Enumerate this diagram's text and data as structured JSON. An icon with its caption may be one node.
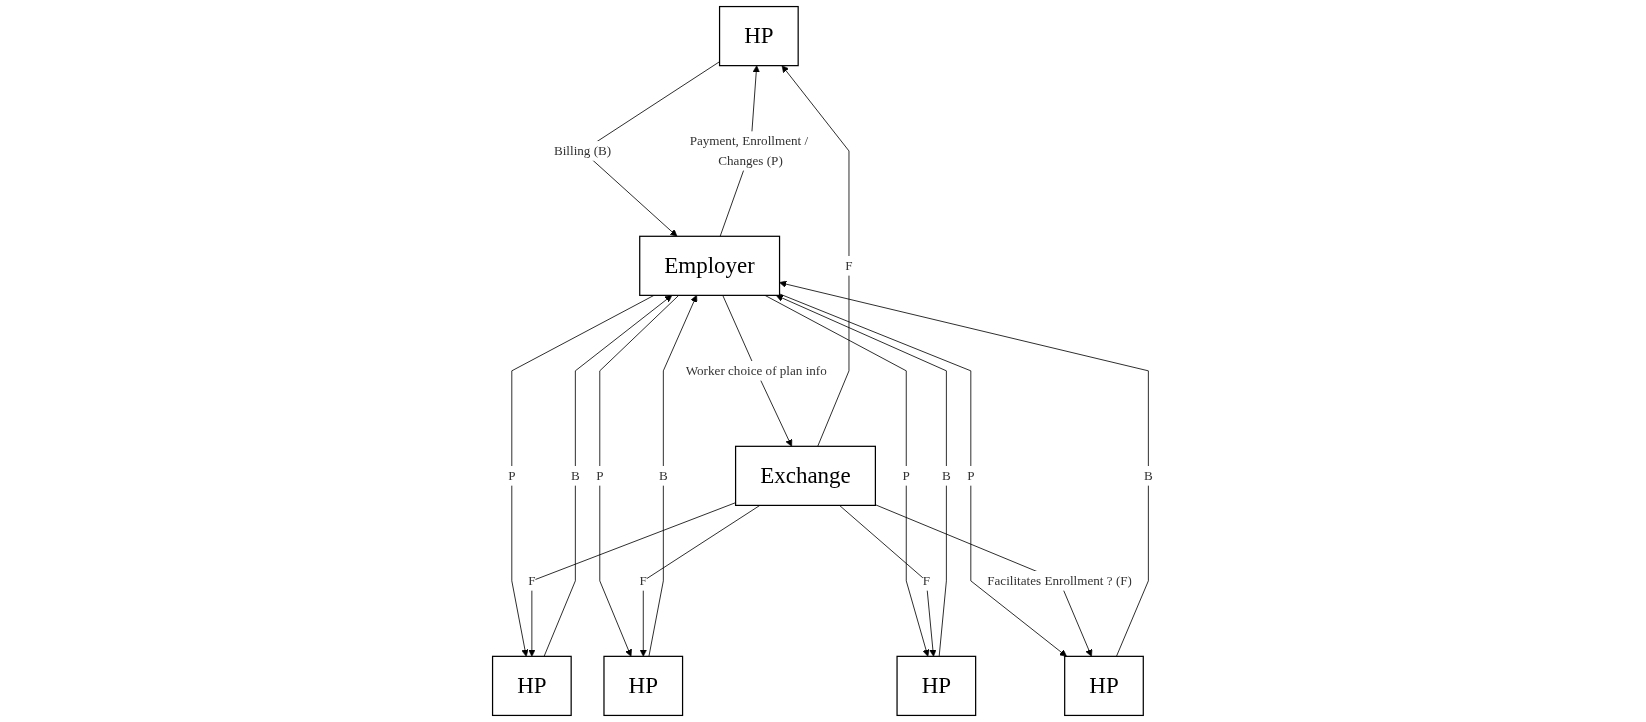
{
  "diagram": {
    "nodes": [
      {
        "text": [
          "HP"
        ]
      },
      {
        "text": [
          "HP"
        ]
      },
      {
        "text": [
          "HP"
        ]
      },
      {
        "text": [
          "HP"
        ]
      },
      {
        "text": [
          "HP"
        ]
      },
      {
        "text": [
          "Employer"
        ]
      },
      {
        "text": [
          "Exchange"
        ]
      }
    ],
    "edges": [
      {
        "from": 0,
        "to": 5,
        "arrow": "to",
        "label": "Billing (B)"
      },
      {
        "from": 5,
        "to": 0,
        "arrow": "to",
        "label": "Payment, Enrollment / Changes (P)"
      },
      {
        "from": 6,
        "to": 0,
        "arrow": "to",
        "label": "F"
      },
      {
        "from": 1,
        "to": 5,
        "arrow": "to",
        "label": "B"
      },
      {
        "from": 5,
        "to": 1,
        "arrow": "to",
        "label": "P"
      },
      {
        "from": 6,
        "to": 1,
        "arrow": "to",
        "label": "F"
      },
      {
        "from": 2,
        "to": 5,
        "arrow": "to",
        "label": "B"
      },
      {
        "from": 5,
        "to": 2,
        "arrow": "to",
        "label": "P"
      },
      {
        "from": 6,
        "to": 2,
        "arrow": "to",
        "label": "F"
      },
      {
        "from": 3,
        "to": 5,
        "arrow": "to",
        "label": "B"
      },
      {
        "from": 5,
        "to": 3,
        "arrow": "to",
        "label": "P"
      },
      {
        "from": 6,
        "to": 3,
        "arrow": "to",
        "label": "F"
      },
      {
        "from": 4,
        "to": 5,
        "arrow": "to",
        "label": "B"
      },
      {
        "from": 5,
        "to": 4,
        "arrow": "to",
        "label": "P"
      },
      {
        "from": 6,
        "to": 4,
        "arrow": "to",
        "label": "Facilitates Enrollment ? (F)"
      },
      {
        "from": 5,
        "to": 6,
        "arrow": "to",
        "label": "Worker choice of plan info"
      }
    ]
  }
}
